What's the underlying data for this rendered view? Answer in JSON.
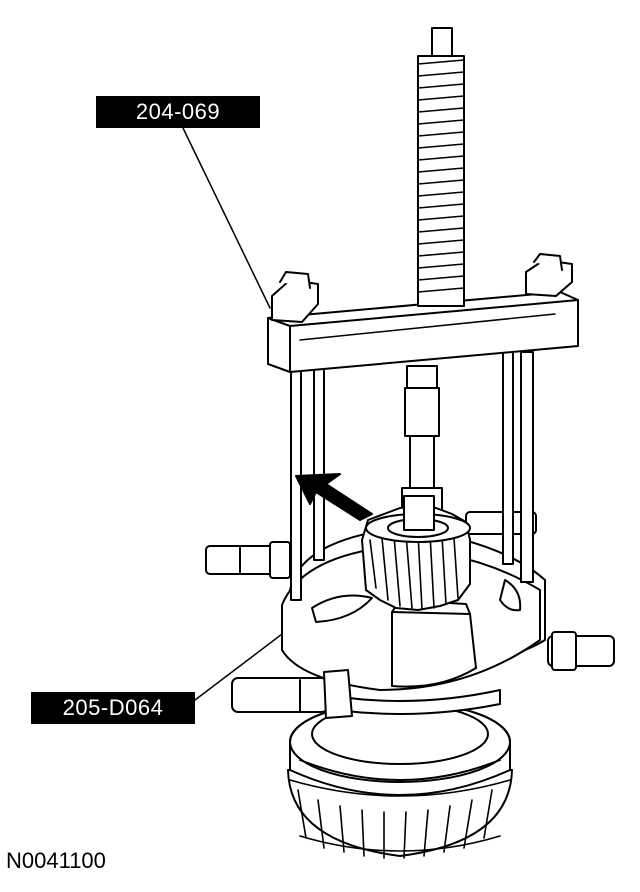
{
  "callouts": {
    "puller_tool": "204-069",
    "bearing_splitter_tool": "205-D064"
  },
  "figure_id": "N0041100",
  "colors": {
    "ink": "#000000",
    "paper": "#ffffff"
  }
}
